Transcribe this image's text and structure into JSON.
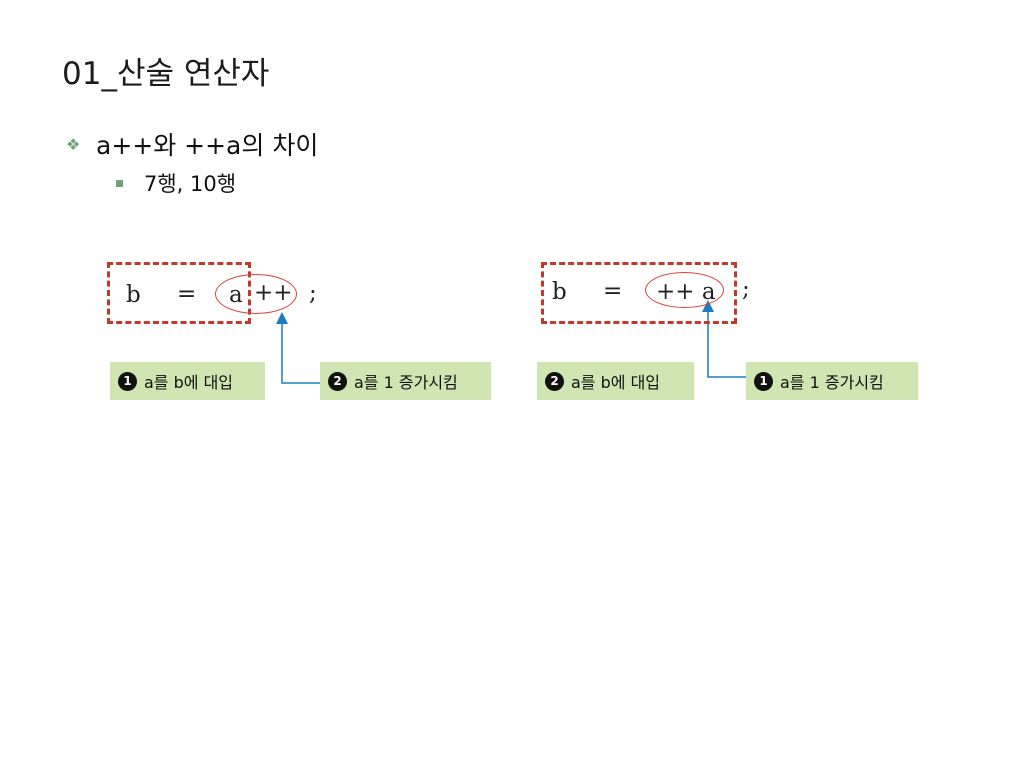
{
  "slide": {
    "title": "01_산술 연산자",
    "bullet1": {
      "icon": "diamond-bullet-icon",
      "text": "a++와 ++a의 차이"
    },
    "bullet2": {
      "icon": "square-bullet-icon",
      "text": "7행, 10행"
    }
  },
  "diagram_left": {
    "b": "b",
    "eq": "=",
    "a": "a",
    "op": "++",
    "semi": ";",
    "label1": {
      "num": "1",
      "text": "a를 b에 대입"
    },
    "label2": {
      "num": "2",
      "text": "a를 1 증가시킴"
    }
  },
  "diagram_right": {
    "b": "b",
    "eq": "=",
    "op_a": "++ a",
    "semi": ";",
    "label1": {
      "num": "2",
      "text": "a를 b에 대입"
    },
    "label2": {
      "num": "1",
      "text": "a를 1 증가시킴"
    }
  },
  "colors": {
    "dashed_border": "#c0392b",
    "oval": "#d8443a",
    "arrow": "#1a7fbf",
    "label_bg": "#cfe5b2",
    "bullet": "#6fa27a"
  }
}
